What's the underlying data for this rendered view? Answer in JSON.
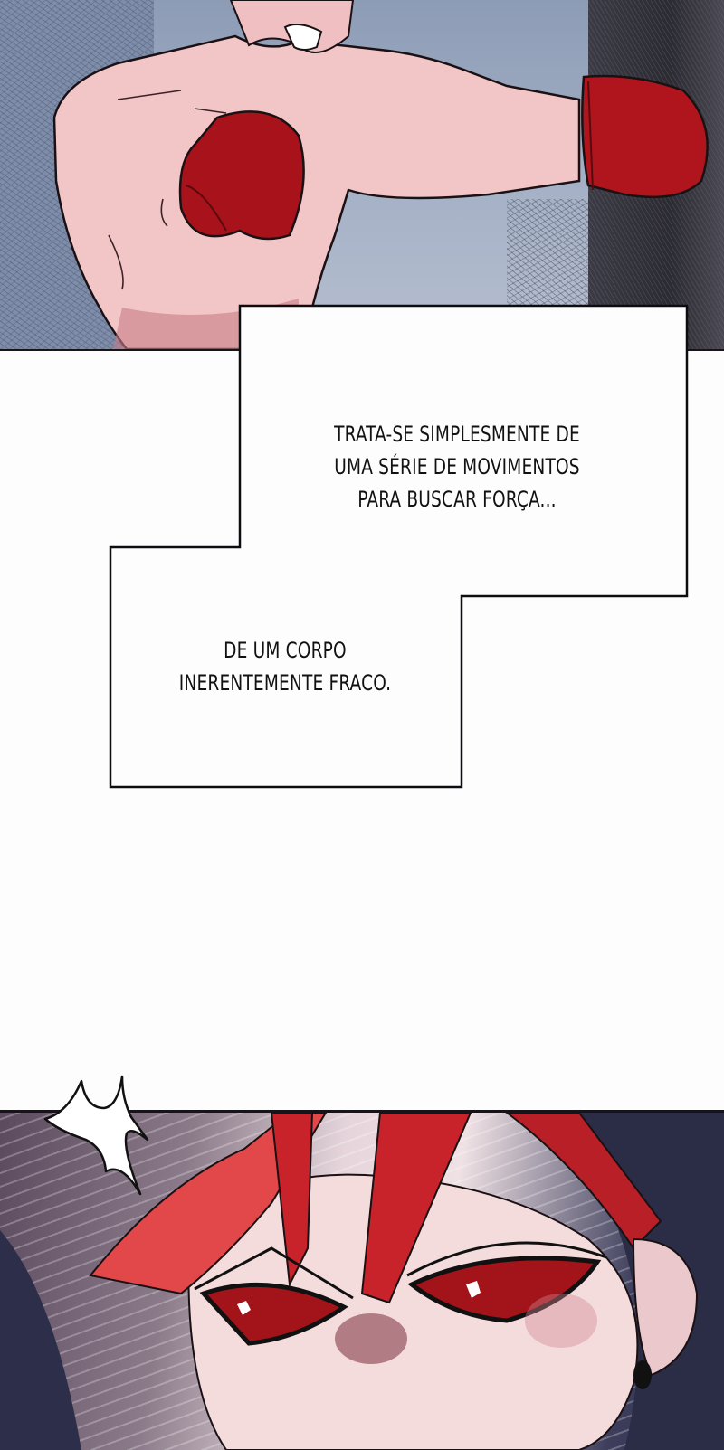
{
  "page": {
    "type": "webtoon-strip",
    "language": "pt-BR",
    "background_color": "#fdfdfe"
  },
  "panels": [
    {
      "id": "top",
      "description": "Shirtless boxer with red boxing gloves punching a dark punching bag",
      "colors": {
        "sky": "#a5b1c6",
        "skin": "#f2c5c6",
        "glove": "#b0151d",
        "bag": "#2f2e36"
      }
    },
    {
      "id": "bottom",
      "description": "Close-up of angry red-haired character with red eyes and bruised nose, with speed lines",
      "colors": {
        "hair": "#c8232a",
        "eyes": "#a3141a",
        "skin": "#f4dcdc",
        "shadow": "#2b2d47"
      }
    }
  ],
  "captions": {
    "box1": {
      "lines": [
        "TRATA-SE SIMPLESMENTE DE",
        "UMA SÉRIE DE MOVIMENTOS",
        "PARA BUSCAR FORÇA..."
      ]
    },
    "box2": {
      "lines": [
        "DE UM CORPO",
        "INERENTEMENTE FRACO."
      ]
    }
  },
  "effects": {
    "burst": "white-spiky-emphasis-burst"
  }
}
